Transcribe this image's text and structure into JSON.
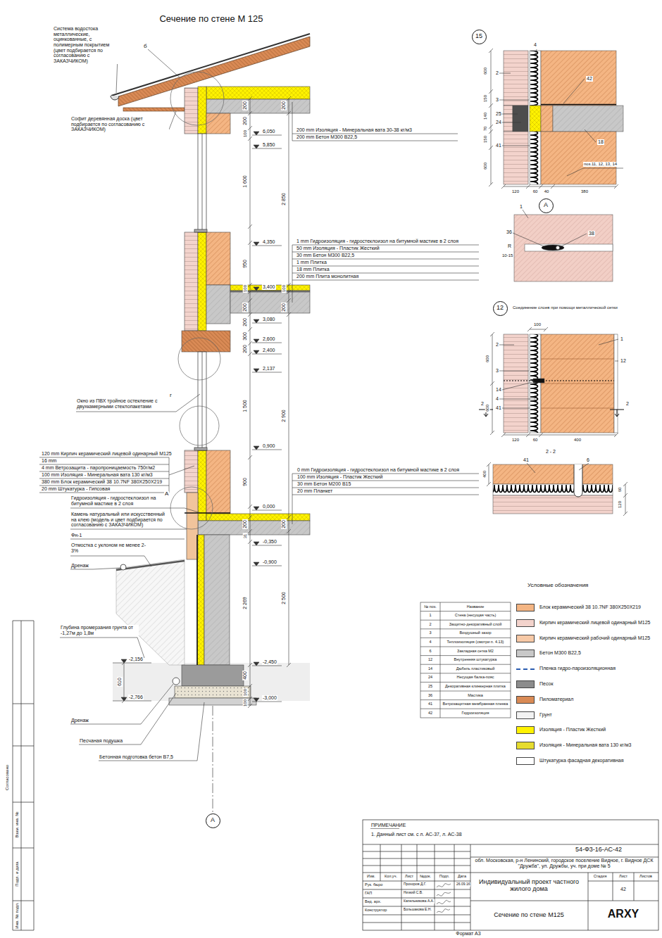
{
  "diagram": {
    "title": "Сечение по стене М 125",
    "nodes": [
      {
        "text": [
          "15"
        ]
      },
      {
        "text": [
          "А"
        ]
      },
      {
        "text": [
          "12"
        ]
      },
      {
        "text": [
          "А"
        ]
      }
    ],
    "labels": [
      "Система водостока металлические, оцинкованные, с полимерным покрытием (цвет подбирается по согласованию с ЗАКАЗЧИКОМ)",
      "б",
      "Софит деревянная доска (цвет подбирается по согласованию с ЗАКАЗЧИКОМ)",
      "6,050",
      "5,850",
      "200",
      "200",
      "100",
      "1 600",
      "200",
      "2 850",
      "200 mm Изоляция - Минеральная вата 30-38 кг/м3",
      "200 mm Бетон М300 B22,5",
      "4,350",
      "950",
      "1 mm Гидроизоляция - гидростеклоизол на битумной мастике в 2 слоя",
      "50 mm Изоляция - Пластик Жесткий",
      "30 mm Бетон М300 B22,5",
      "1 mm Плитка",
      "18 mm Плитка",
      "200 mm Плита монолитная",
      "3,400",
      "100",
      "100",
      "3,080",
      "200",
      "200",
      "200",
      "2,600",
      "300",
      "200",
      "2,400",
      "2,137",
      "1 500",
      "2 900",
      "0,900",
      "900",
      "Окно из ПВХ тройное остекление с двухкамерными стеклопакетами",
      "г",
      "0 mm Гидроизоляция - гидростеклоизол на битумной мастике в 2 слоя",
      "100 mm Изоляция - Пластик Жесткий",
      "30 mm Бетон М200 B15",
      "20 mm Планкет",
      "120 mm Кирпич керамический лицевой одинарный М125",
      "16 mm",
      "4 mm Ветрозащита - паропроницаемость 750г/м2",
      "100 mm Изоляция - Минеральная вата 130 кг/м3",
      "380 mm Блок керамический 38 10.7NF 380X250X219",
      "20 mm Штукатурка - Гипсовая",
      "Гидроизоляция - гидростеклоизол на битумной мастике в 2 слоя",
      "А",
      "Камень натуральный или искусственный на клею (модель и цвет подбирается по согласованию с ЗАКАЗЧИКОМ)",
      "0,000",
      "200",
      "200",
      "-0,350",
      "31",
      "Фн-1",
      "Отмостка с уклоном не менее 2-3%",
      "Дренаж",
      "-0,900",
      "2 269",
      "2 500",
      "Глубина промерзания грунта от -1,27м до 1,8м",
      "-2,156",
      "610",
      "-2,766",
      "-2,450",
      "400",
      "-3,000",
      "100",
      "100",
      "Дренаж",
      "Песчаная подушка",
      "Бетонная подготовка бетон B7,5",
      "4",
      "2",
      "42",
      "3",
      "25",
      "24",
      "41",
      "18",
      "поз.11, 12, 13, 14",
      "600",
      "150",
      "140",
      "70",
      "150",
      "600",
      "120",
      "60",
      "40",
      "380",
      "1",
      "36",
      "38",
      "R",
      "10-15",
      "Соединение слоев при помощи металлической сетки",
      "100",
      "2",
      "1",
      "3",
      "12",
      "14",
      "4",
      "41",
      "2",
      "2",
      "120",
      "60",
      "400",
      "600",
      "600",
      "2 - 2",
      "41",
      "6",
      "400",
      "60",
      "120",
      "Условные обозначения",
      "№ поз.",
      "Название",
      "1",
      "Стена (несущая часть)",
      "2",
      "Защитно-декоративный слой",
      "3",
      "Воздушный зазор",
      "4",
      "Теплоизоляция (смотри п. 4.13)",
      "6",
      "Закладная сетка М2",
      "12",
      "Внутренняя штукатурка",
      "14",
      "Дюбель пластиковый",
      "24",
      "Несущая балка-пояс",
      "25",
      "Декоративная клинкерная плитка",
      "36",
      "Мастика",
      "41",
      "Ветрозащитная мембранная пленка",
      "42",
      "Гидроизоляция",
      "ПРИМЕЧАНИЕ",
      "1. Данный лист см. с л. АС-37, л. АС-38",
      "54-Ф3-16-АС-42",
      "обл. Московская, р-н Ленинский, городское поселение Видное, г. Видное ДСК \"Дружба\", ул. Дружбы, уч. при доме № 5",
      "Изм.",
      "Кол.уч.",
      "Лист",
      "№док.",
      "Подп.",
      "Дата",
      "Рук. бюро",
      "Прохоров Д.Г.",
      "26.09.16",
      "ГАП",
      "Низкий С.В.",
      "Вед. арх.",
      "Капельникова А.А.",
      "Конструктор",
      "Большакова Е.Н.",
      "Индивидуальный проект частного жилого дома",
      "Стадия",
      "Лист",
      "Листов",
      "42",
      "Сечение по стене М125",
      "ARXY",
      "Формат А3",
      "Согласовано",
      "Взам. инв. №",
      "Подп. и дата",
      "Инв. № подл."
    ],
    "legend": [
      {
        "text": "Блок керамический 38 10.7NF 380X250X219",
        "color": "#f4b583"
      },
      {
        "text": "Кирпич керамический лицевой одинарный М125",
        "color": "#f3d3cc"
      },
      {
        "text": "Кирпич керамический рабочий одинарный М125",
        "color": "#f7c9a6"
      },
      {
        "text": "Бетон М300 B22,5",
        "color": "#c8c8c8"
      },
      {
        "text": "Пленка гидро-пароизоляционная"
      },
      {
        "text": "Песок",
        "color": "#8c8c8c"
      },
      {
        "text": "Пиломатериал",
        "color": "#d98a55"
      },
      {
        "text": "Грунт",
        "color": "#f2f2f2"
      },
      {
        "text": "Изоляция - Пластик Жесткий",
        "color": "#fff200"
      },
      {
        "text": "Изоляция - Минеральная вата 130 кг/м3",
        "color": "#e6dc2e"
      },
      {
        "text": "Штукатурка фасадная декоративная",
        "color": "#ffffff"
      }
    ]
  }
}
